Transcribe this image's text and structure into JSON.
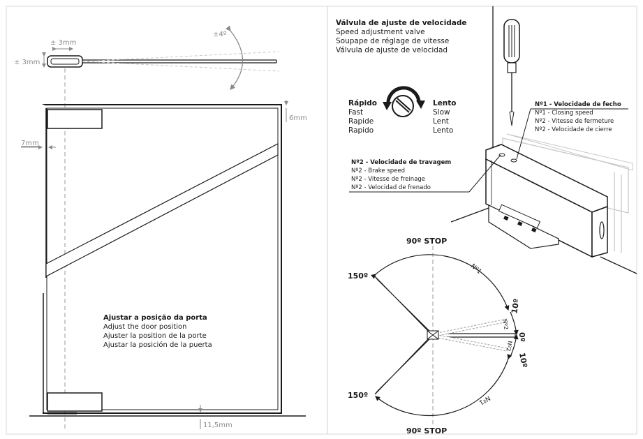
{
  "left_panel": {
    "dim_horizontal_3mm": "± 3mm",
    "dim_vertical_3mm": "± 3mm",
    "dim_angle": "±4º",
    "dim_6mm": "6mm",
    "dim_7mm": "7mm",
    "dim_11_5mm": "11,5mm",
    "adjust_title": "Ajustar a posição da porta",
    "adjust_lines": [
      "Adjust the door position",
      "Ajuster la position de la porte",
      "Ajustar la posición de la puerta"
    ]
  },
  "right_panel": {
    "valve_title": "Válvula de ajuste de velocidade",
    "valve_lines": [
      "Speed adjustment valve",
      "Soupape de réglage de vitesse",
      "Válvula de ajuste de velocidad"
    ],
    "fast": [
      "Rápido",
      "Fast",
      "Rapide",
      "Rapido"
    ],
    "slow": [
      "Lento",
      "Slow",
      "Lent",
      "Lento"
    ],
    "n1_title": "Nº1 - Velocidade de fecho",
    "n1_lines": [
      "Nº1 - Closing speed",
      "Nº2 - Vitesse de fermeture",
      "Nº2 - Velocidade de cierre"
    ],
    "n2_title": "Nº2 - Velocidade de travagem",
    "n2_lines": [
      "Nº2 - Brake speed",
      "Nº2 - Vitesse de freinage",
      "Nº2 - Velocidad de frenado"
    ],
    "stop_top": "90º STOP",
    "stop_bottom": "90º STOP",
    "angle_150_top": "150º",
    "angle_150_bottom": "150º",
    "angle_10_top": "10º",
    "angle_0": "0º",
    "angle_10_bottom": "10º",
    "arc_n1_top": "Nº1",
    "arc_n2_top": "Nº2",
    "arc_n2_bottom": "Nº2",
    "arc_n1_bottom": "Nº1"
  }
}
